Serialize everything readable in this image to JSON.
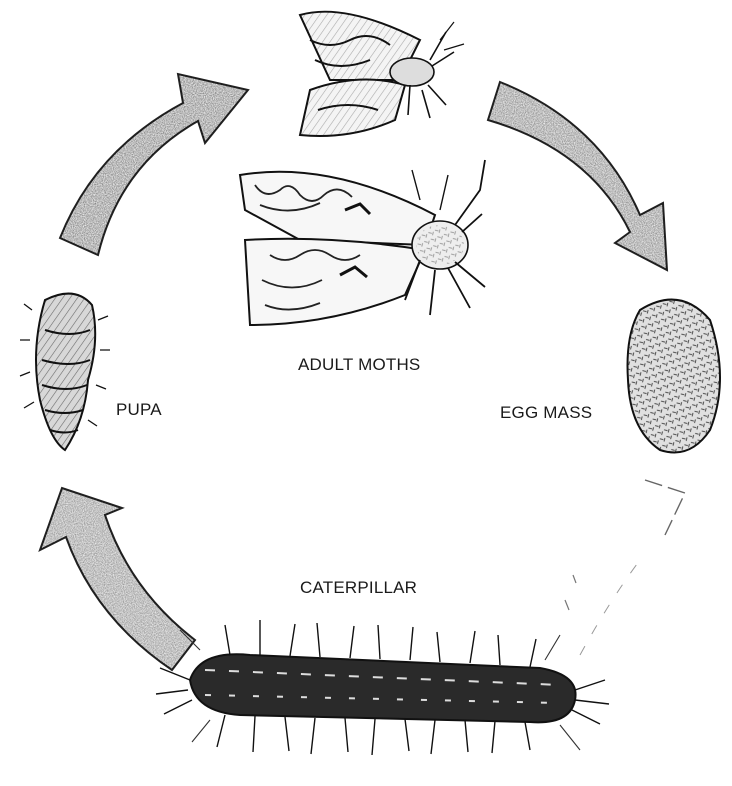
{
  "labels": {
    "adult_moths": "ADULT MOTHS",
    "pupa": "PUPA",
    "egg_mass": "EGG MASS",
    "caterpillar": "CATERPILLAR"
  },
  "colors": {
    "ink": "#1a1a1a",
    "arrow_fill": "#e6e6e6",
    "background": "#ffffff"
  }
}
